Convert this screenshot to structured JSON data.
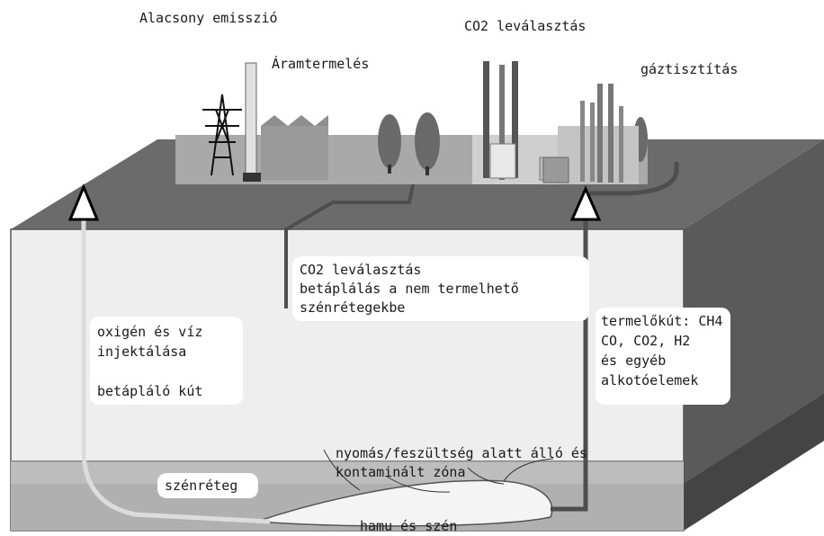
{
  "labels": {
    "low_emission": "Alacsony emisszió",
    "power_generation": "Áramtermelés",
    "co2_separation_top": "CO2 leválasztás",
    "gas_cleaning": "gáztisztítás",
    "co2_injection_1": "CO2 leválasztás",
    "co2_injection_2": "betáplálás a nem termelhető",
    "co2_injection_3": "szénrétegekbe",
    "oxygen_water_1": "oxigén és víz",
    "oxygen_water_2": "injektálása",
    "injection_well": "betápláló kút",
    "production_well_1": "termelőkút: CH4",
    "production_well_2": "CO, CO2, H2",
    "production_well_3": "és egyéb",
    "production_well_4": "alkotóelemek",
    "pressure_zone_1": "nyomás/feszültség alatt álló és",
    "pressure_zone_2": "kontaminált zóna",
    "coal_seam": "szénréteg",
    "ash_coal": "hamu és szén"
  },
  "colors": {
    "top_surface": "#6b6b6b",
    "front_face": "#eeeeee",
    "side_face": "#5e5e5e",
    "coal_layer": "#bdbdbd",
    "well_pipe": "#5a5a5a",
    "injection_pipe": "#d0d0d0"
  }
}
